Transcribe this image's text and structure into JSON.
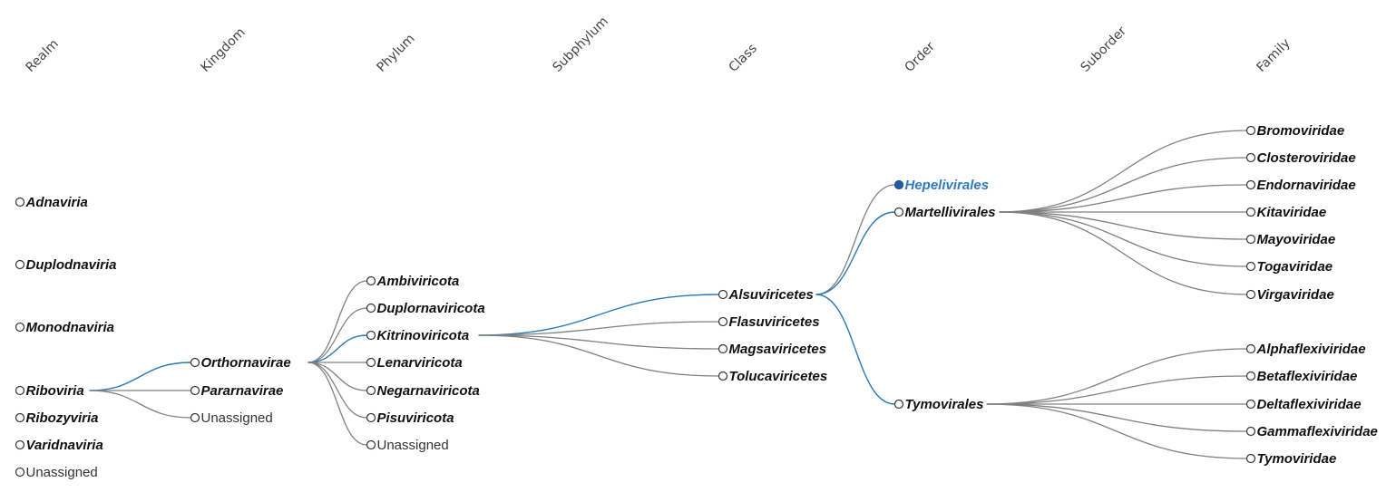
{
  "ranks": [
    "Realm",
    "Kingdom",
    "Phylum",
    "Subphylum",
    "Class",
    "Order",
    "Suborder",
    "Family"
  ],
  "nodes": {
    "adnaviria": {
      "label": "Adnaviria",
      "rank": "Realm"
    },
    "duplodnaviria": {
      "label": "Duplodnaviria",
      "rank": "Realm"
    },
    "monodnaviria": {
      "label": "Monodnaviria",
      "rank": "Realm"
    },
    "riboviria": {
      "label": "Riboviria",
      "rank": "Realm"
    },
    "ribozyviria": {
      "label": "Ribozyviria",
      "rank": "Realm"
    },
    "varidnaviria": {
      "label": "Varidnaviria",
      "rank": "Realm"
    },
    "realm_unassigned": {
      "label": "Unassigned",
      "rank": "Realm"
    },
    "orthornavirae": {
      "label": "Orthornavirae",
      "rank": "Kingdom"
    },
    "pararnavirae": {
      "label": "Pararnavirae",
      "rank": "Kingdom"
    },
    "kingdom_unassigned": {
      "label": "Unassigned",
      "rank": "Kingdom"
    },
    "ambiviricota": {
      "label": "Ambiviricota",
      "rank": "Phylum"
    },
    "duplornaviricota": {
      "label": "Duplornaviricota",
      "rank": "Phylum"
    },
    "kitrinoviricota": {
      "label": "Kitrinoviricota",
      "rank": "Phylum"
    },
    "lenarviricota": {
      "label": "Lenarviricota",
      "rank": "Phylum"
    },
    "negarnaviricota": {
      "label": "Negarnaviricota",
      "rank": "Phylum"
    },
    "pisuviricota": {
      "label": "Pisuviricota",
      "rank": "Phylum"
    },
    "phylum_unassigned": {
      "label": "Unassigned",
      "rank": "Phylum"
    },
    "alsuviricetes": {
      "label": "Alsuviricetes",
      "rank": "Class"
    },
    "flasuviricetes": {
      "label": "Flasuviricetes",
      "rank": "Class"
    },
    "magsaviricetes": {
      "label": "Magsaviricetes",
      "rank": "Class"
    },
    "tolucaviricetes": {
      "label": "Tolucaviricetes",
      "rank": "Class"
    },
    "hepelivirales": {
      "label": "Hepelivirales",
      "rank": "Order",
      "selected": true
    },
    "martellivirales": {
      "label": "Martellivirales",
      "rank": "Order"
    },
    "tymovirales": {
      "label": "Tymovirales",
      "rank": "Order"
    },
    "bromoviridae": {
      "label": "Bromoviridae",
      "rank": "Family"
    },
    "closteroviridae": {
      "label": "Closteroviridae",
      "rank": "Family"
    },
    "endornaviridae": {
      "label": "Endornaviridae",
      "rank": "Family"
    },
    "kitaviridae": {
      "label": "Kitaviridae",
      "rank": "Family"
    },
    "mayoviridae": {
      "label": "Mayoviridae",
      "rank": "Family"
    },
    "togaviridae": {
      "label": "Togaviridae",
      "rank": "Family"
    },
    "virgaviridae": {
      "label": "Virgaviridae",
      "rank": "Family"
    },
    "alphaflexiviridae": {
      "label": "Alphaflexiviridae",
      "rank": "Family"
    },
    "betaflexiviridae": {
      "label": "Betaflexiviridae",
      "rank": "Family"
    },
    "deltaflexiviridae": {
      "label": "Deltaflexiviridae",
      "rank": "Family"
    },
    "gammaflexiviridae": {
      "label": "Gammaflexiviridae",
      "rank": "Family"
    },
    "tymoviridae": {
      "label": "Tymoviridae",
      "rank": "Family"
    }
  },
  "edges": [
    {
      "from": "riboviria",
      "to": "orthornavirae",
      "on_path": true
    },
    {
      "from": "riboviria",
      "to": "pararnavirae"
    },
    {
      "from": "riboviria",
      "to": "kingdom_unassigned"
    },
    {
      "from": "orthornavirae",
      "to": "ambiviricota"
    },
    {
      "from": "orthornavirae",
      "to": "duplornaviricota"
    },
    {
      "from": "orthornavirae",
      "to": "kitrinoviricota",
      "on_path": true
    },
    {
      "from": "orthornavirae",
      "to": "lenarviricota"
    },
    {
      "from": "orthornavirae",
      "to": "negarnaviricota"
    },
    {
      "from": "orthornavirae",
      "to": "pisuviricota"
    },
    {
      "from": "orthornavirae",
      "to": "phylum_unassigned"
    },
    {
      "from": "kitrinoviricota",
      "to": "alsuviricetes",
      "on_path": true
    },
    {
      "from": "kitrinoviricota",
      "to": "flasuviricetes"
    },
    {
      "from": "kitrinoviricota",
      "to": "magsaviricetes"
    },
    {
      "from": "kitrinoviricota",
      "to": "tolucaviricetes"
    },
    {
      "from": "alsuviricetes",
      "to": "hepelivirales"
    },
    {
      "from": "alsuviricetes",
      "to": "martellivirales",
      "on_path": true
    },
    {
      "from": "alsuviricetes",
      "to": "tymovirales",
      "on_path": true
    },
    {
      "from": "martellivirales",
      "to": "bromoviridae"
    },
    {
      "from": "martellivirales",
      "to": "closteroviridae"
    },
    {
      "from": "martellivirales",
      "to": "endornaviridae"
    },
    {
      "from": "martellivirales",
      "to": "kitaviridae"
    },
    {
      "from": "martellivirales",
      "to": "mayoviridae"
    },
    {
      "from": "martellivirales",
      "to": "togaviridae"
    },
    {
      "from": "martellivirales",
      "to": "virgaviridae"
    },
    {
      "from": "tymovirales",
      "to": "alphaflexiviridae"
    },
    {
      "from": "tymovirales",
      "to": "betaflexiviridae"
    },
    {
      "from": "tymovirales",
      "to": "deltaflexiviridae"
    },
    {
      "from": "tymovirales",
      "to": "gammaflexiviridae"
    },
    {
      "from": "tymovirales",
      "to": "tymoviridae"
    }
  ],
  "colors": {
    "link": "#808080",
    "path_link": "#2a78b8",
    "selected_node_fill": "#1f5fa8",
    "selected_label": "#2f7ac0",
    "text": "#111111"
  }
}
